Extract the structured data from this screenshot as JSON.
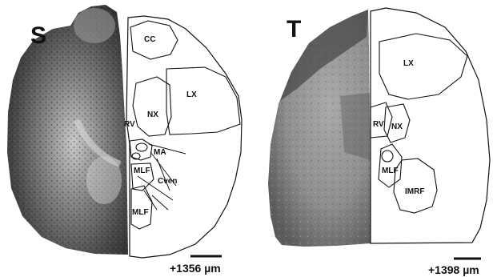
{
  "panels": [
    {
      "letter": "S",
      "scale_label": "+1356 µm",
      "regions": {
        "cc": "CC",
        "lx": "LX",
        "nx": "NX",
        "rv": "RV",
        "ma": "MA",
        "mlf_upper": "MLF",
        "cven": "Cven",
        "mlf_lower": "MLF"
      }
    },
    {
      "letter": "T",
      "scale_label": "+1398 µm",
      "regions": {
        "lx": "LX",
        "rv": "RV",
        "nx": "NX",
        "mlf": "MLF",
        "imrf": "IMRF"
      }
    }
  ],
  "colors": {
    "histology_dark": "#3a3a3a",
    "histology_mid": "#7a7a7a",
    "histology_light": "#b8b8b8",
    "outline": "#111111"
  }
}
